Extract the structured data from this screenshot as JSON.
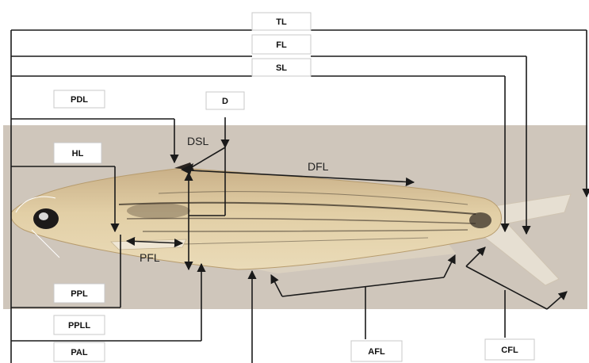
{
  "box_labels": {
    "tl": "TL",
    "fl": "FL",
    "sl": "SL",
    "pdl": "PDL",
    "d": "D",
    "hl": "HL",
    "ppl": "PPL",
    "ppll": "PPLL",
    "pal": "PAL",
    "afl": "AFL",
    "cfl": "CFL"
  },
  "figure_labels": {
    "dsl": "DSL",
    "dfl": "DFL",
    "pfl": "PFL"
  },
  "colors": {
    "background_band": "#cfc6bb",
    "fish_body": "#d9c49a",
    "fish_stripe": "#3a3128",
    "line": "#1a1a1a"
  }
}
